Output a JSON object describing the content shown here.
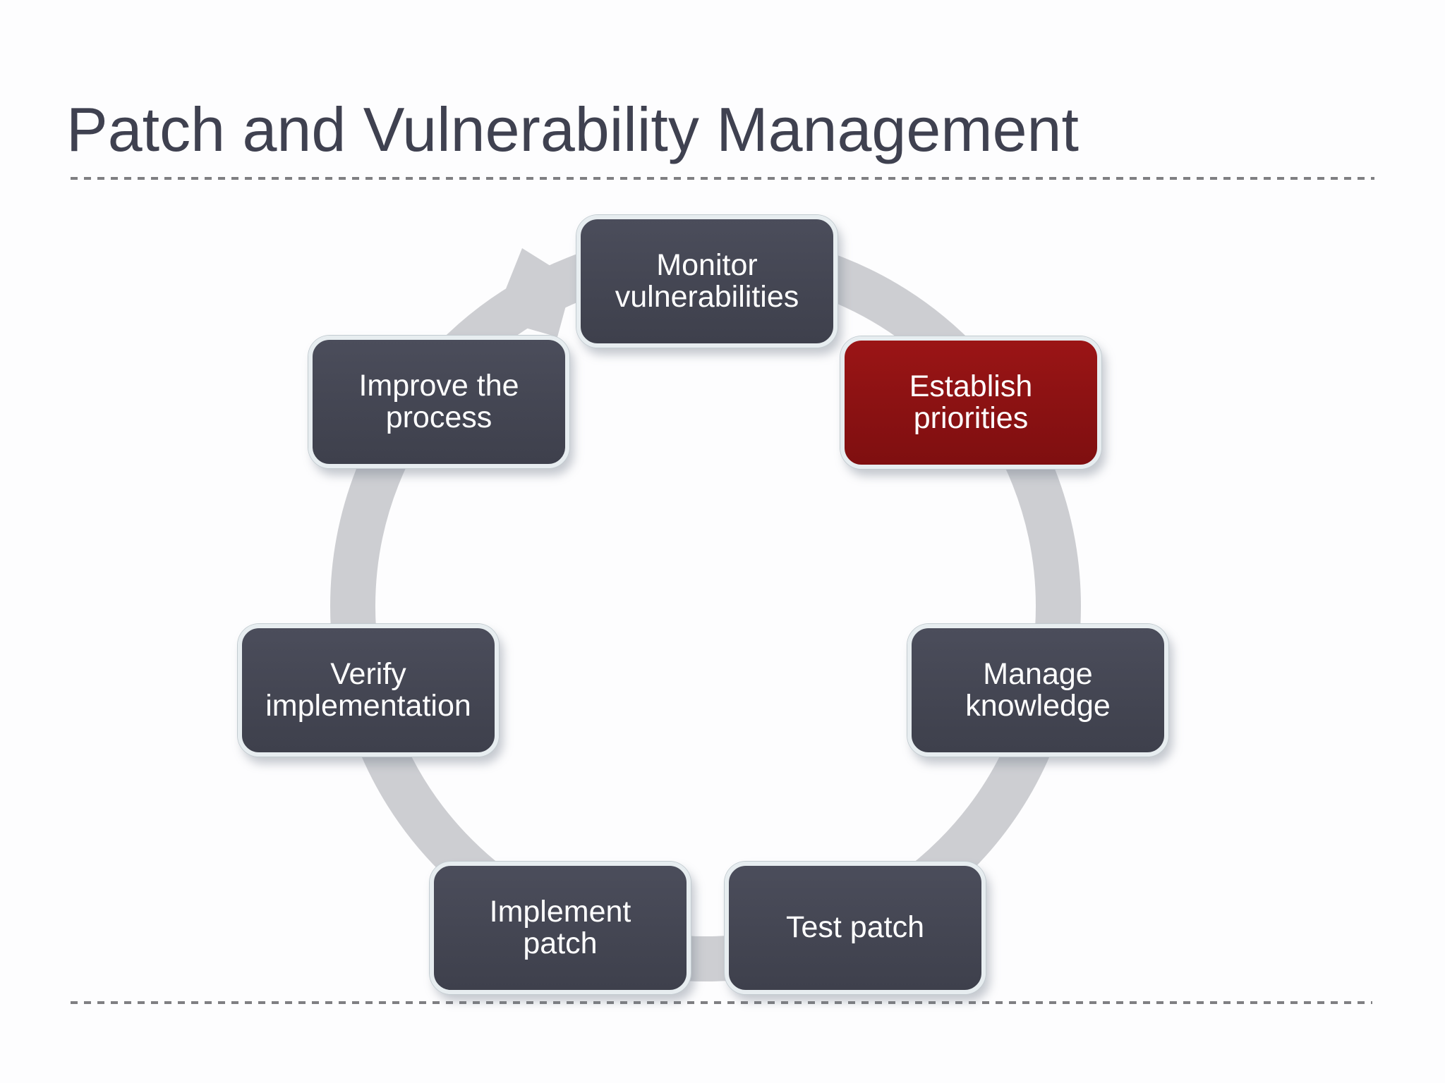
{
  "slide": {
    "title": "Patch and Vulnerability Management"
  },
  "cycle": {
    "direction": "clockwise",
    "steps": [
      {
        "id": "monitor-vulnerabilities",
        "label": "Monitor\nvulnerabilities",
        "highlighted": false
      },
      {
        "id": "establish-priorities",
        "label": "Establish\npriorities",
        "highlighted": true
      },
      {
        "id": "manage-knowledge",
        "label": "Manage\nknowledge",
        "highlighted": false
      },
      {
        "id": "test-patch",
        "label": "Test patch",
        "highlighted": false
      },
      {
        "id": "implement-patch",
        "label": "Implement\npatch",
        "highlighted": false
      },
      {
        "id": "verify-implementation",
        "label": "Verify\nimplementation",
        "highlighted": false
      },
      {
        "id": "improve-the-process",
        "label": "Improve the\nprocess",
        "highlighted": false
      }
    ]
  },
  "colors": {
    "title_text": "#3f4150",
    "step_fill": "#454754",
    "step_highlight_fill": "#8d1213",
    "step_border": "#e7edf0",
    "step_text": "#ffffff",
    "ring": "#cdced2",
    "divider": "#7f7f82",
    "background": "#fdfdfe"
  }
}
